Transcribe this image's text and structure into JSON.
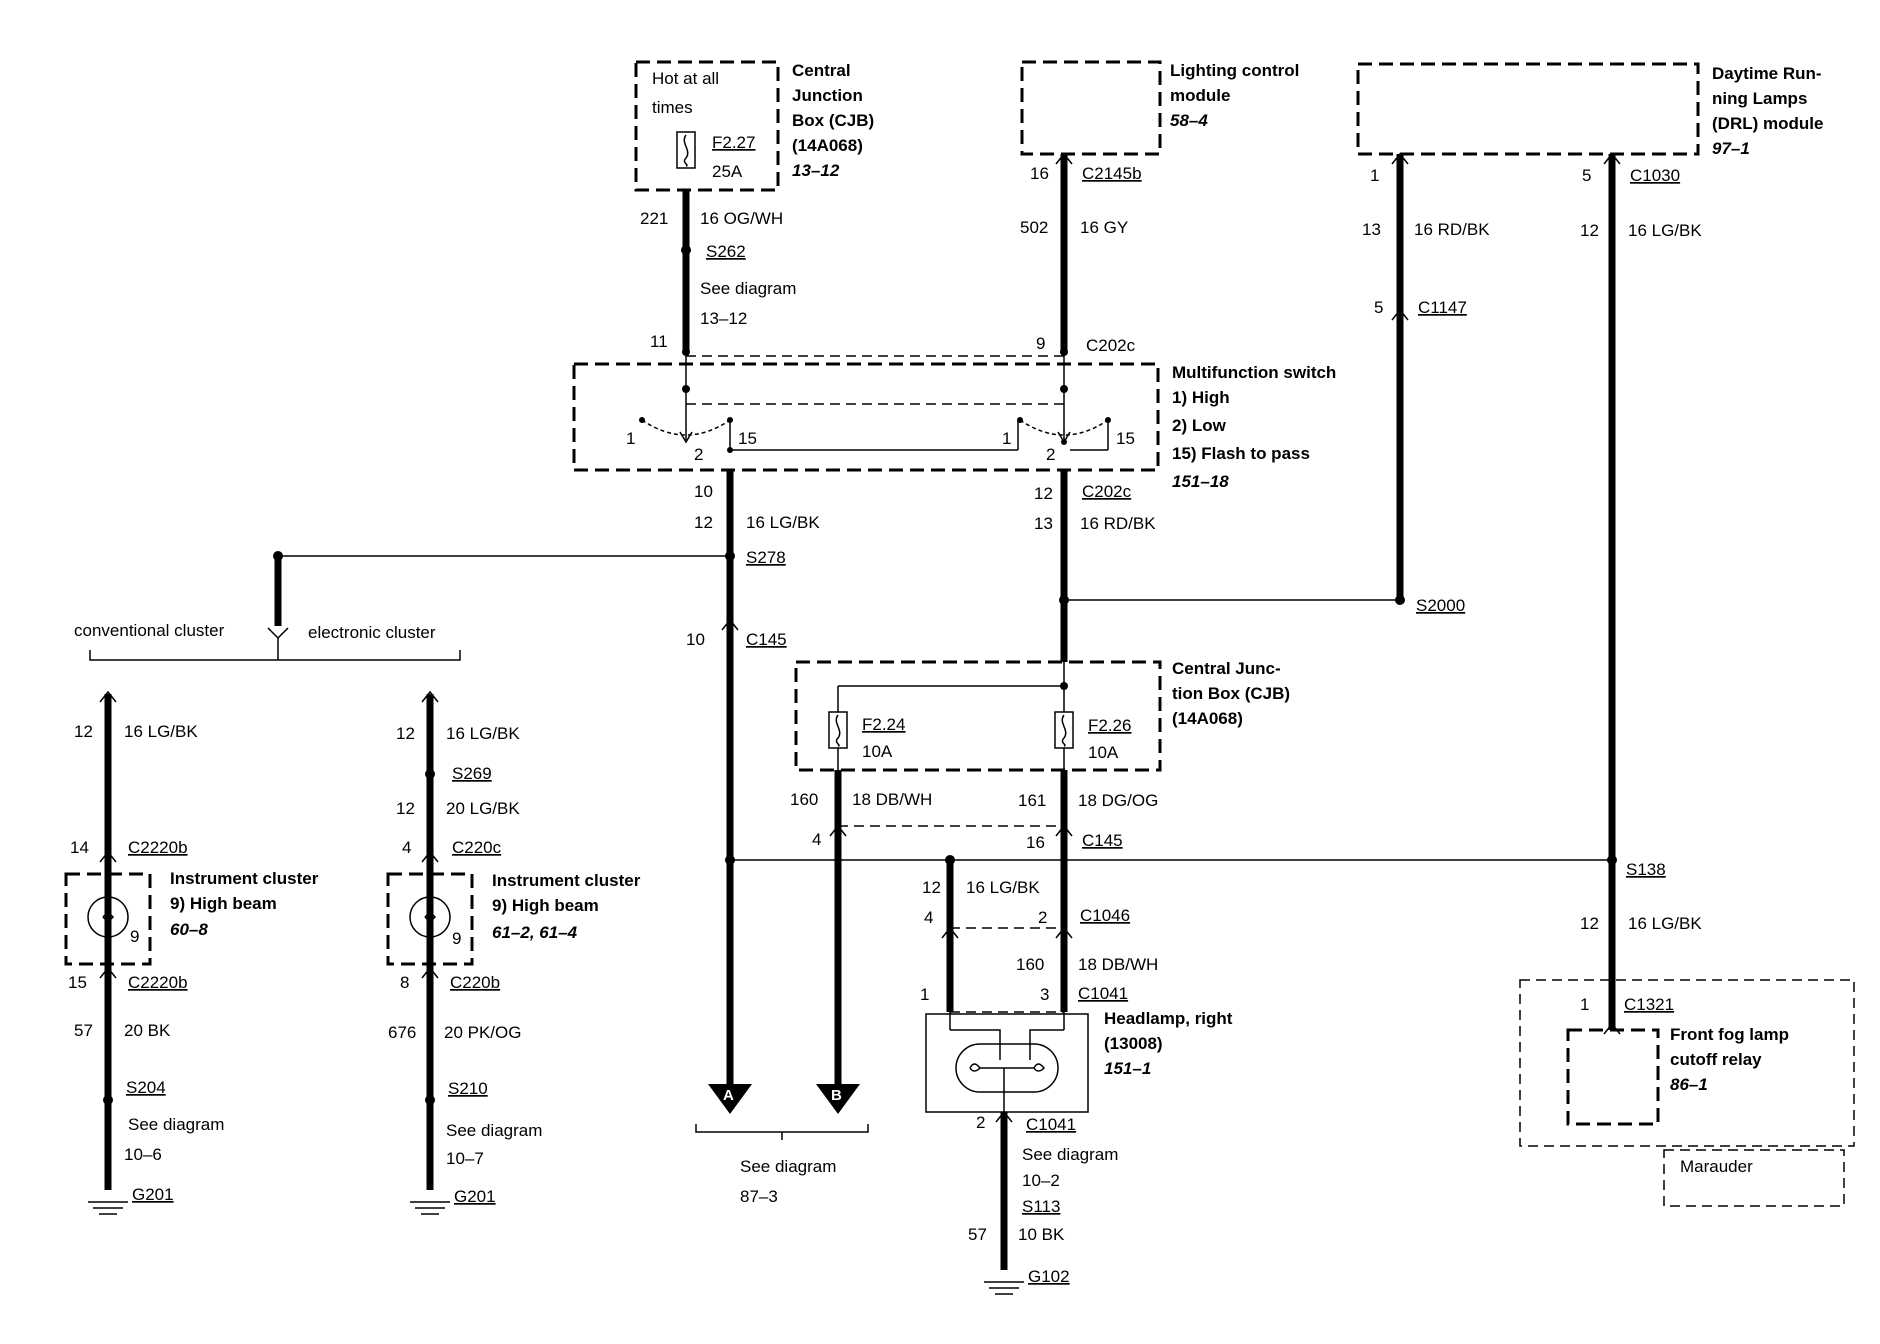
{
  "top": {
    "cjb_hot": [
      "Hot at all",
      "times"
    ],
    "cjb_fuse_id": "F2.27",
    "cjb_fuse_amp": "25A",
    "cjb_title": [
      "Central",
      "Junction",
      "Box (CJB)",
      "(14A068)"
    ],
    "cjb_ref": "13–12",
    "lcm_title": [
      "Lighting control",
      "module"
    ],
    "lcm_ref": "58–4",
    "drl_title": [
      "Daytime Run-",
      "ning Lamps",
      "(DRL) module"
    ],
    "drl_ref": "97–1"
  },
  "wires_top": {
    "pin_16": "16",
    "c2145b": "C2145b",
    "pin_1": "1",
    "pin_5": "5",
    "c1030": "C1030",
    "circ_221": "221",
    "w_16ogwh": "16 OG/WH",
    "s262": "S262",
    "see_diagram": "See diagram",
    "ref_1312": "13–12",
    "circ_502": "502",
    "w_16gy": "16 GY",
    "circ_13": "13",
    "w_16rdbk": "16 RD/BK",
    "circ_12": "12",
    "w_16lgbk": "16 LG/BK",
    "pin_5b": "5",
    "c1147": "C1147",
    "pin_11": "11",
    "pin_9": "9",
    "c202c": "C202c"
  },
  "switch": {
    "title": "Multifunction switch",
    "items": [
      "1)   High",
      "2)   Low",
      "15) Flash to pass"
    ],
    "ref": "151–18",
    "l_1a": "1",
    "l_2a": "2",
    "l_15a": "15",
    "l_1b": "1",
    "l_2b": "2",
    "l_15b": "15"
  },
  "mid": {
    "pin_10": "10",
    "pin_12": "12",
    "c202c": "C202c",
    "circ_12": "12",
    "w_16lgbk": "16 LG/BK",
    "circ_13": "13",
    "w_16rdbk": "16 RD/BK",
    "s278": "S278",
    "s2000": "S2000",
    "conv": "conventional cluster",
    "elec": "electronic cluster",
    "pin_10b": "10",
    "c145": "C145"
  },
  "cjb2": {
    "title": [
      "Central Junc-",
      "tion Box (CJB)",
      "(14A068)"
    ],
    "f224": "F2.24",
    "f224a": "10A",
    "f226": "F2.26",
    "f226a": "10A",
    "circ_160": "160",
    "w_18dbwh": "18 DB/WH",
    "circ_161": "161",
    "w_18dgog": "18 DG/OG",
    "pin_4": "4",
    "pin_16": "16",
    "c145": "C145",
    "s138": "S138"
  },
  "left_cluster": {
    "circ_12": "12",
    "w_16lgbk": "16 LG/BK",
    "pin_14": "14",
    "c2220b": "C2220b",
    "title": "Instrument cluster",
    "item": "9)    High beam",
    "ref": "60–8",
    "pin_9": "9",
    "pin_15": "15",
    "c2220b_b": "C2220b",
    "circ_57": "57",
    "w_20bk": "20 BK",
    "s204": "S204",
    "see_diagram": "See diagram",
    "ref_diag": "10–6",
    "g201": "G201"
  },
  "right_cluster": {
    "circ_12": "12",
    "w_16lgbk": "16 LG/BK",
    "s269": "S269",
    "circ_12b": "12",
    "w_20lgbk": "20 LG/BK",
    "pin_4": "4",
    "c220c": "C220c",
    "title": "Instrument cluster",
    "item": "9)    High beam",
    "ref": "61–2, 61–4",
    "pin_9": "9",
    "pin_8": "8",
    "c220b": "C220b",
    "circ_676": "676",
    "w_20pkog": "20 PK/OG",
    "s210": "S210",
    "see_diagram": "See diagram",
    "ref_diag": "10–7",
    "g201": "G201"
  },
  "ab": {
    "a": "A",
    "b": "B",
    "see_diagram": "See diagram",
    "ref": "87–3"
  },
  "headlamp": {
    "circ_12": "12",
    "w_16lgbk": "16 LG/BK",
    "pin_4": "4",
    "pin_2": "2",
    "c1046": "C1046",
    "circ_160": "160",
    "w_18dbwh": "18 DB/WH",
    "pin_1": "1",
    "pin_3": "3",
    "c1041": "C1041",
    "title": [
      "Headlamp, right",
      "(13008)"
    ],
    "ref": "151–1",
    "pin_2b": "2",
    "c1041b": "C1041",
    "see_diagram": "See diagram",
    "ref_diag": "10–2",
    "s113": "S113",
    "circ_57": "57",
    "w_10bk": "10 BK",
    "g102": "G102"
  },
  "fog": {
    "circ_12": "12",
    "w_16lgbk": "16 LG/BK",
    "pin_1": "1",
    "c1321": "C1321",
    "title": [
      "Front fog lamp",
      "cutoff relay"
    ],
    "ref": "86–1",
    "marauder": "Marauder"
  }
}
